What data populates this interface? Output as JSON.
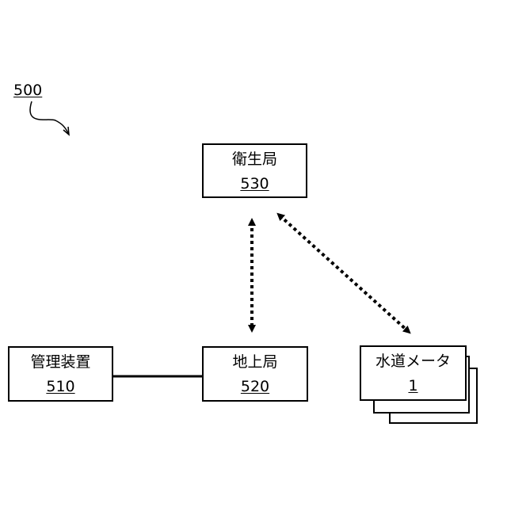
{
  "figure": {
    "system_ref": "500"
  },
  "nodes": {
    "health_bureau": {
      "name": "衛生局",
      "ref": "530"
    },
    "ground_station": {
      "name": "地上局",
      "ref": "520"
    },
    "management_device": {
      "name": "管理装置",
      "ref": "510"
    },
    "water_meter": {
      "name": "水道メータ",
      "ref": "1"
    }
  },
  "style": {
    "line_color": "#000000",
    "background": "#ffffff"
  }
}
